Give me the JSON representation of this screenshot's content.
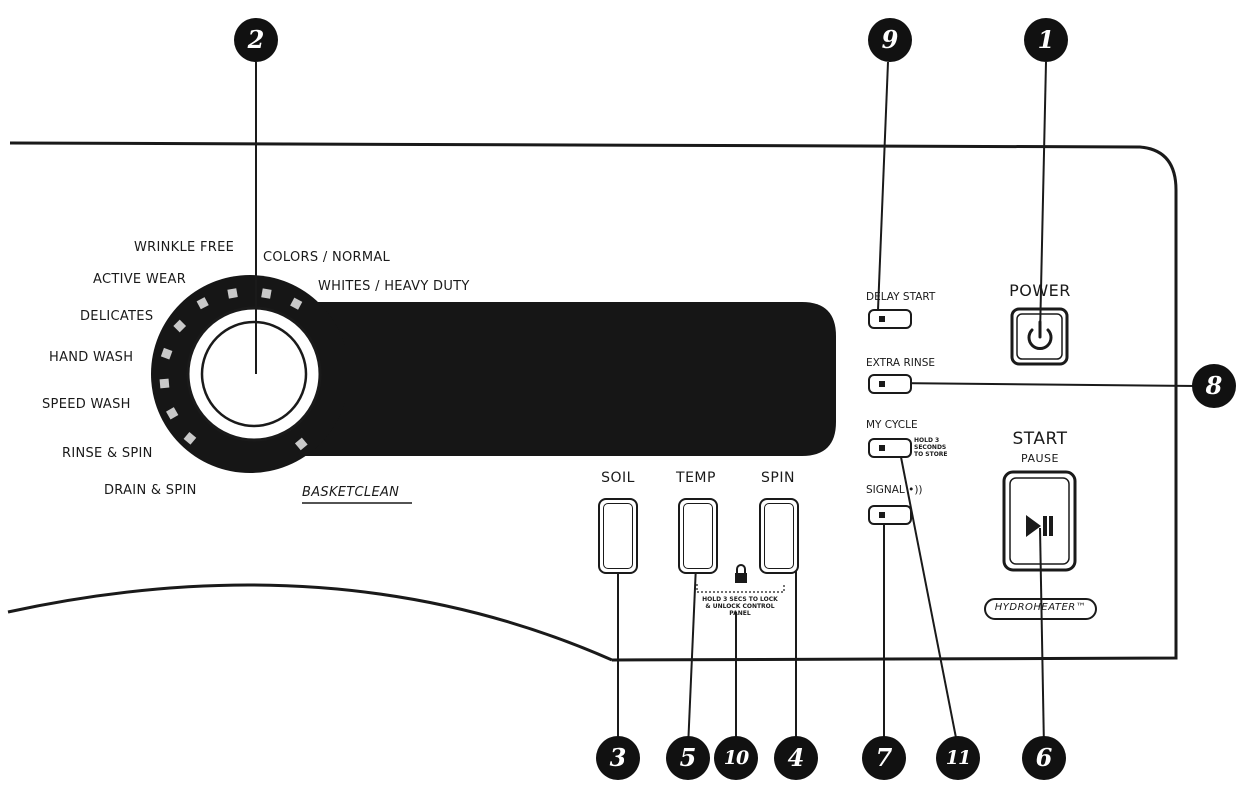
{
  "cycles": {
    "wrinkle_free": "WRINKLE FREE",
    "colors_normal": "COLORS / NORMAL",
    "active_wear": "ACTIVE WEAR",
    "whites_heavy_duty": "WHITES / HEAVY DUTY",
    "delicates": "DELICATES",
    "hand_wash": "HAND WASH",
    "speed_wash": "SPEED WASH",
    "rinse_spin": "RINSE & SPIN",
    "drain_spin": "DRAIN & SPIN",
    "basket_clean": "BASKETCLEAN"
  },
  "buttons": {
    "soil": "SOIL",
    "temp": "TEMP",
    "spin": "SPIN",
    "delay_start": "DELAY START",
    "extra_rinse": "EXTRA RINSE",
    "my_cycle": "MY CYCLE",
    "my_cycle_hint": "HOLD 3 SECONDS TO STORE",
    "signal": "SIGNAL",
    "power": "POWER",
    "start": "START",
    "pause": "PAUSE",
    "hydroheater": "HYDROHEATER™",
    "lock_hint": "HOLD 3 SECS TO LOCK & UNLOCK CONTROL PANEL"
  },
  "callouts": [
    "1",
    "2",
    "3",
    "4",
    "5",
    "6",
    "7",
    "8",
    "9",
    "10",
    "11"
  ]
}
